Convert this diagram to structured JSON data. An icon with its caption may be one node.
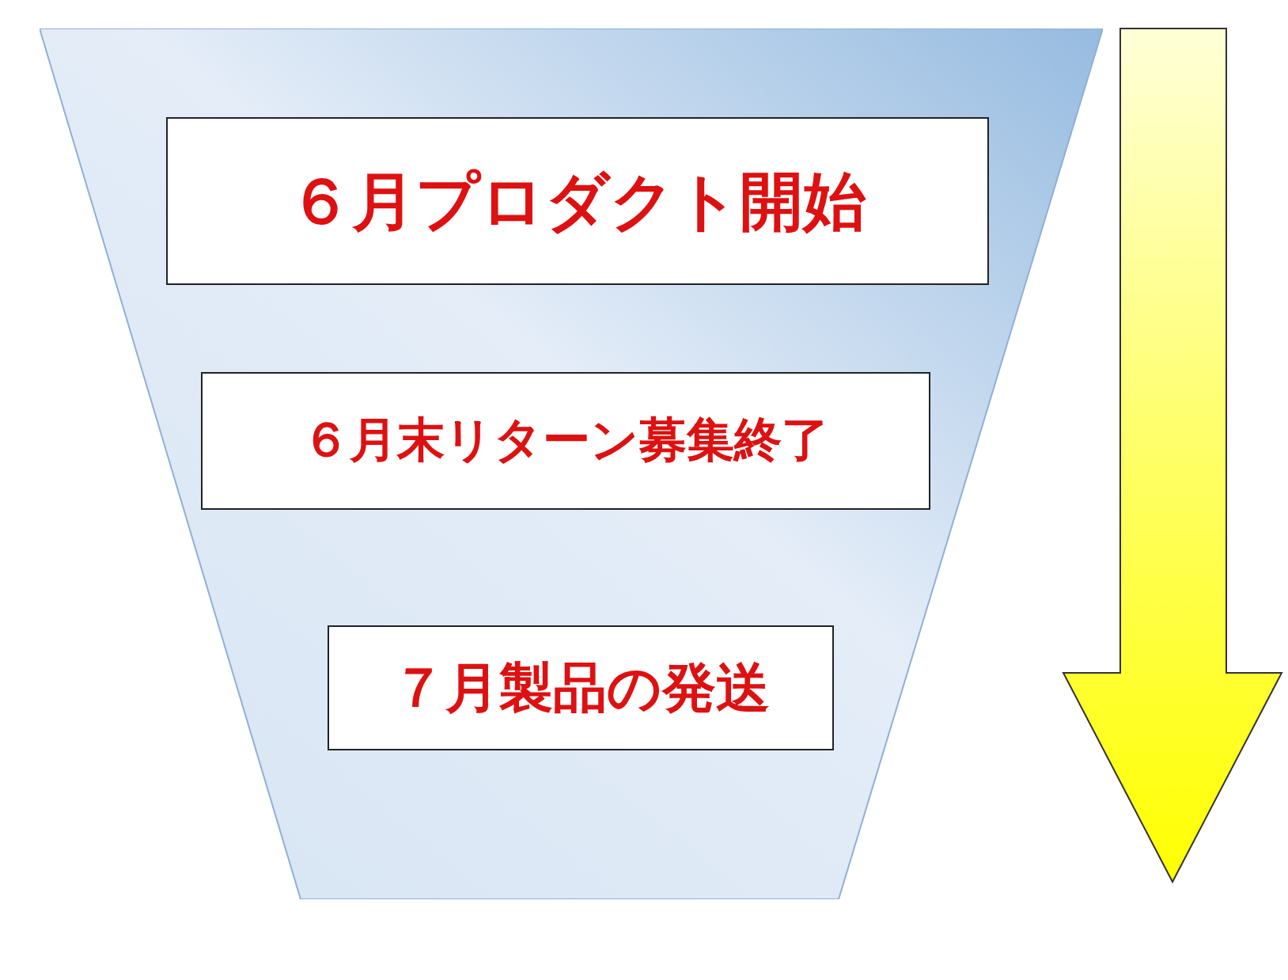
{
  "diagram": {
    "nodes": [
      {
        "text": [],
        "shape": "funnel"
      },
      {
        "text": [
          "６月プロダクト開始"
        ],
        "in": 0
      },
      {
        "text": [
          "６月末リターン募集終了"
        ],
        "in": 0
      },
      {
        "text": [
          "７月製品の発送"
        ],
        "in": 0
      }
    ]
  }
}
